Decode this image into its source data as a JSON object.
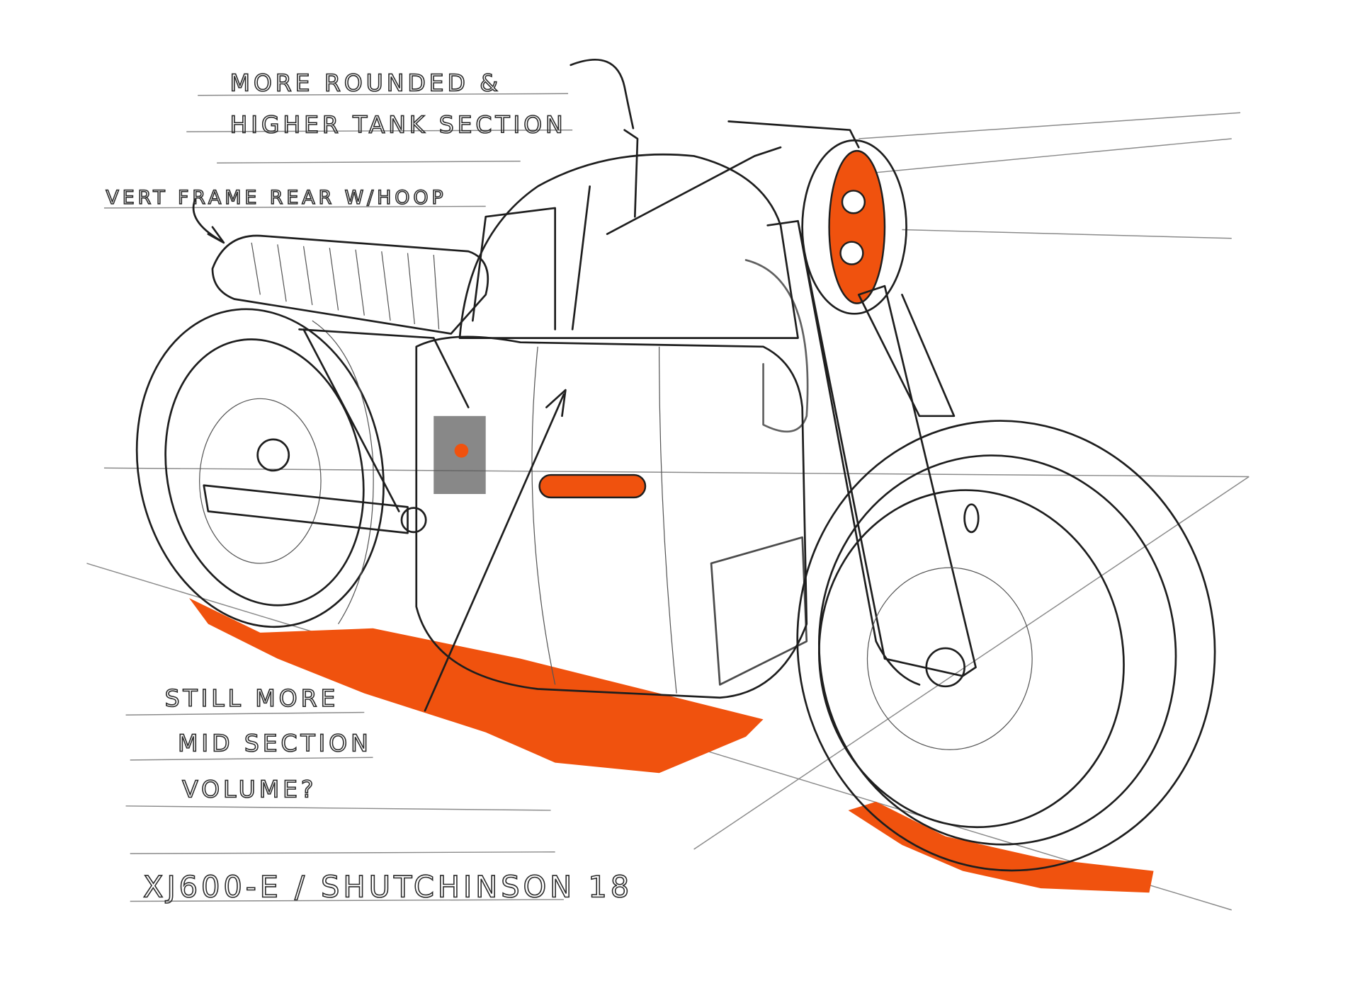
{
  "annotations": {
    "tank_note_line1": "MORE ROUNDED &",
    "tank_note_line2": "HIGHER TANK SECTION",
    "frame_note": "VERT FRAME REAR W/HOOP",
    "mid_note_line1": "STILL MORE",
    "mid_note_line2": "MID SECTION",
    "mid_note_line3": "VOLUME?",
    "signature": "XJ600-E / SHUTCHINSON 18"
  },
  "colors": {
    "accent": "#f0520e",
    "ink": "#1e1e1e",
    "shade": "#9a9a9a",
    "paper": "#ffffff"
  }
}
